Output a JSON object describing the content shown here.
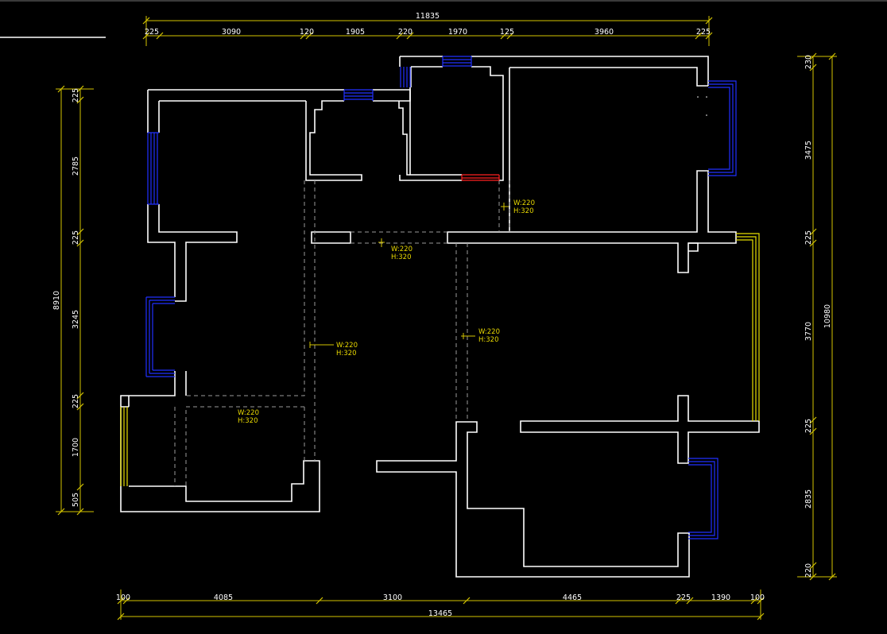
{
  "dimensions": {
    "top_total": "11835",
    "top_segments": [
      "225",
      "3090",
      "120",
      "1905",
      "220",
      "1970",
      "125",
      "3960",
      "225"
    ],
    "bottom_total": "13465",
    "bottom_segments": [
      "100",
      "4085",
      "3100",
      "4465",
      "225",
      "1390",
      "100"
    ],
    "left_total": "8910",
    "left_segments": [
      "225",
      "2785",
      "225",
      "3245",
      "225",
      "1700",
      "505"
    ],
    "right_total": "10980",
    "right_segments": [
      "230",
      "3475",
      "225",
      "3770",
      "225",
      "2835",
      "220"
    ]
  },
  "door_notes": [
    {
      "w": "W:220",
      "h": "H:320"
    },
    {
      "w": "W:220",
      "h": "H:320"
    },
    {
      "w": "W:220",
      "h": "H:320"
    },
    {
      "w": "W:220",
      "h": "H:320"
    },
    {
      "w": "W:220",
      "h": "H:320"
    }
  ],
  "colors": {
    "background": "#000000",
    "wall": "#ffffff",
    "dimension_line": "#d4c400",
    "window_blue": "#2030ff",
    "window_yellow": "#e8e000",
    "window_red": "#ff2020",
    "annotation": "#e8d800"
  }
}
